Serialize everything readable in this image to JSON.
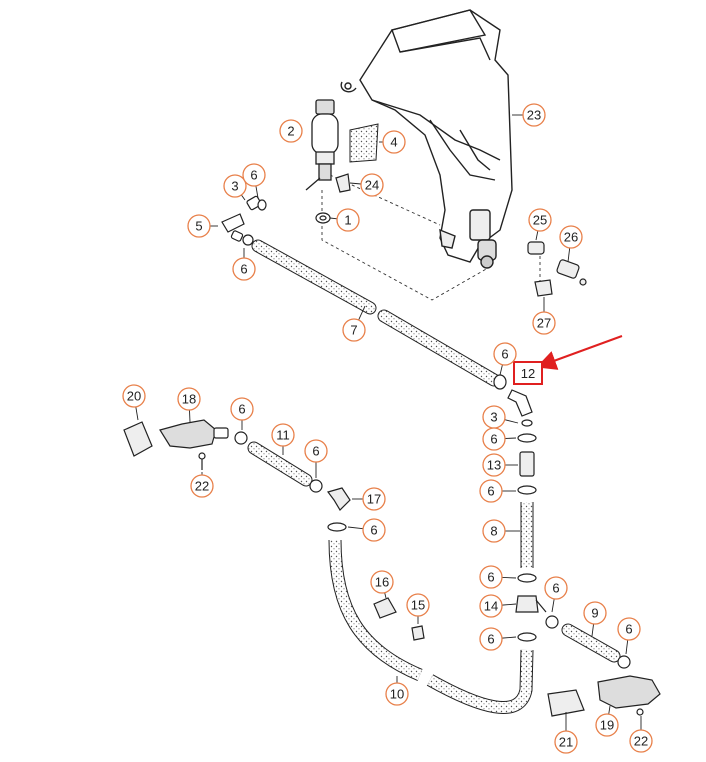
{
  "callouts": [
    {
      "id": "c2",
      "label": "2"
    },
    {
      "id": "c4",
      "label": "4"
    },
    {
      "id": "c23",
      "label": "23"
    },
    {
      "id": "c3a",
      "label": "3"
    },
    {
      "id": "c6a",
      "label": "6"
    },
    {
      "id": "c24",
      "label": "24"
    },
    {
      "id": "c5",
      "label": "5"
    },
    {
      "id": "c1",
      "label": "1"
    },
    {
      "id": "c6b",
      "label": "6"
    },
    {
      "id": "c25",
      "label": "25"
    },
    {
      "id": "c26",
      "label": "26"
    },
    {
      "id": "c27",
      "label": "27"
    },
    {
      "id": "c7",
      "label": "7"
    },
    {
      "id": "c6c",
      "label": "6"
    },
    {
      "id": "c12",
      "label": "12"
    },
    {
      "id": "c20",
      "label": "20"
    },
    {
      "id": "c18",
      "label": "18"
    },
    {
      "id": "c6d",
      "label": "6"
    },
    {
      "id": "c11",
      "label": "11"
    },
    {
      "id": "c6e",
      "label": "6"
    },
    {
      "id": "c3b",
      "label": "3"
    },
    {
      "id": "c6f",
      "label": "6"
    },
    {
      "id": "c13",
      "label": "13"
    },
    {
      "id": "c6g",
      "label": "6"
    },
    {
      "id": "c17",
      "label": "17"
    },
    {
      "id": "c6h",
      "label": "6"
    },
    {
      "id": "c22a",
      "label": "22"
    },
    {
      "id": "c8",
      "label": "8"
    },
    {
      "id": "c6i",
      "label": "6"
    },
    {
      "id": "c16",
      "label": "16"
    },
    {
      "id": "c15",
      "label": "15"
    },
    {
      "id": "c14",
      "label": "14"
    },
    {
      "id": "c6j",
      "label": "6"
    },
    {
      "id": "c6k",
      "label": "6"
    },
    {
      "id": "c9",
      "label": "9"
    },
    {
      "id": "c6l",
      "label": "6"
    },
    {
      "id": "c10",
      "label": "10"
    },
    {
      "id": "c19",
      "label": "19"
    },
    {
      "id": "c21",
      "label": "21"
    },
    {
      "id": "c22b",
      "label": "22"
    }
  ],
  "highlight": {
    "label": "12",
    "color": "#e02020"
  },
  "colors": {
    "callout_stroke": "#e8804a",
    "line": "#222222",
    "arrow": "#e02020"
  }
}
